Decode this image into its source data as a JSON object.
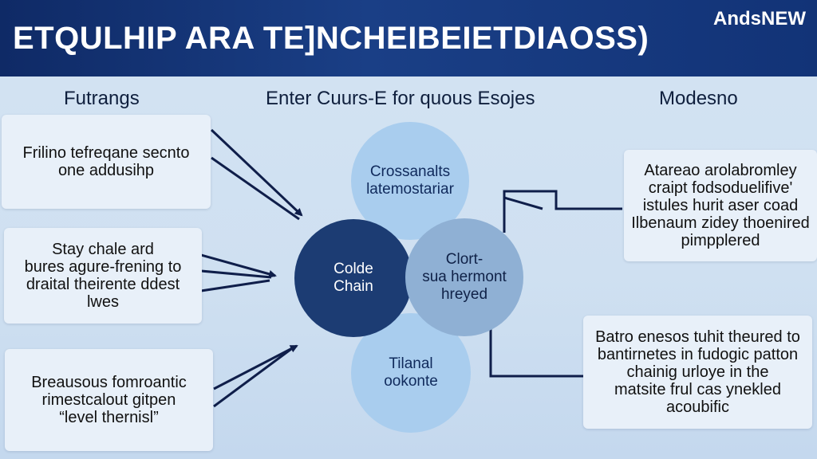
{
  "header": {
    "title": "ETQULHIP ARA TE]NCHEIBEIETDIAOSS)",
    "brand": "AndsNEW"
  },
  "columns": {
    "left": "Futrangs",
    "center": "Enter Cuurs-E for quous Esojes",
    "right": "Modesno"
  },
  "left_boxes": [
    "Frilino tefreqane secnto\none addusihp",
    "Stay chale ard\nbures agure-frening to\ndraital theirente ddest\nlwes",
    "Breausous fomroantic\nrimestcalout gitpen\n“level thernisl”"
  ],
  "circles": {
    "top": "Crossanalts\nlatemostariar",
    "left": "Colde\nChain",
    "right": "Clort-\nsua hermont\nhreyed",
    "bottom": "Tilanal\nookonte"
  },
  "right_boxes": [
    "Atareao arolabromley\ncraipt fodsoduelifive'\nistules hurit aser coad\nIlbenaum zidey thoenired\npimpplered",
    "Batro enesos tuhit theured to\nbantirnetes in fudogic patton\nchainig urloye in the\nmatsite frul cas ynekled\nacoubific"
  ],
  "colors": {
    "header": "#1a3f86",
    "circle_light": "#a9cdee",
    "circle_dark": "#1c3c73",
    "circle_mid": "#8fb0d4",
    "arrow": "#0f1e4a"
  }
}
